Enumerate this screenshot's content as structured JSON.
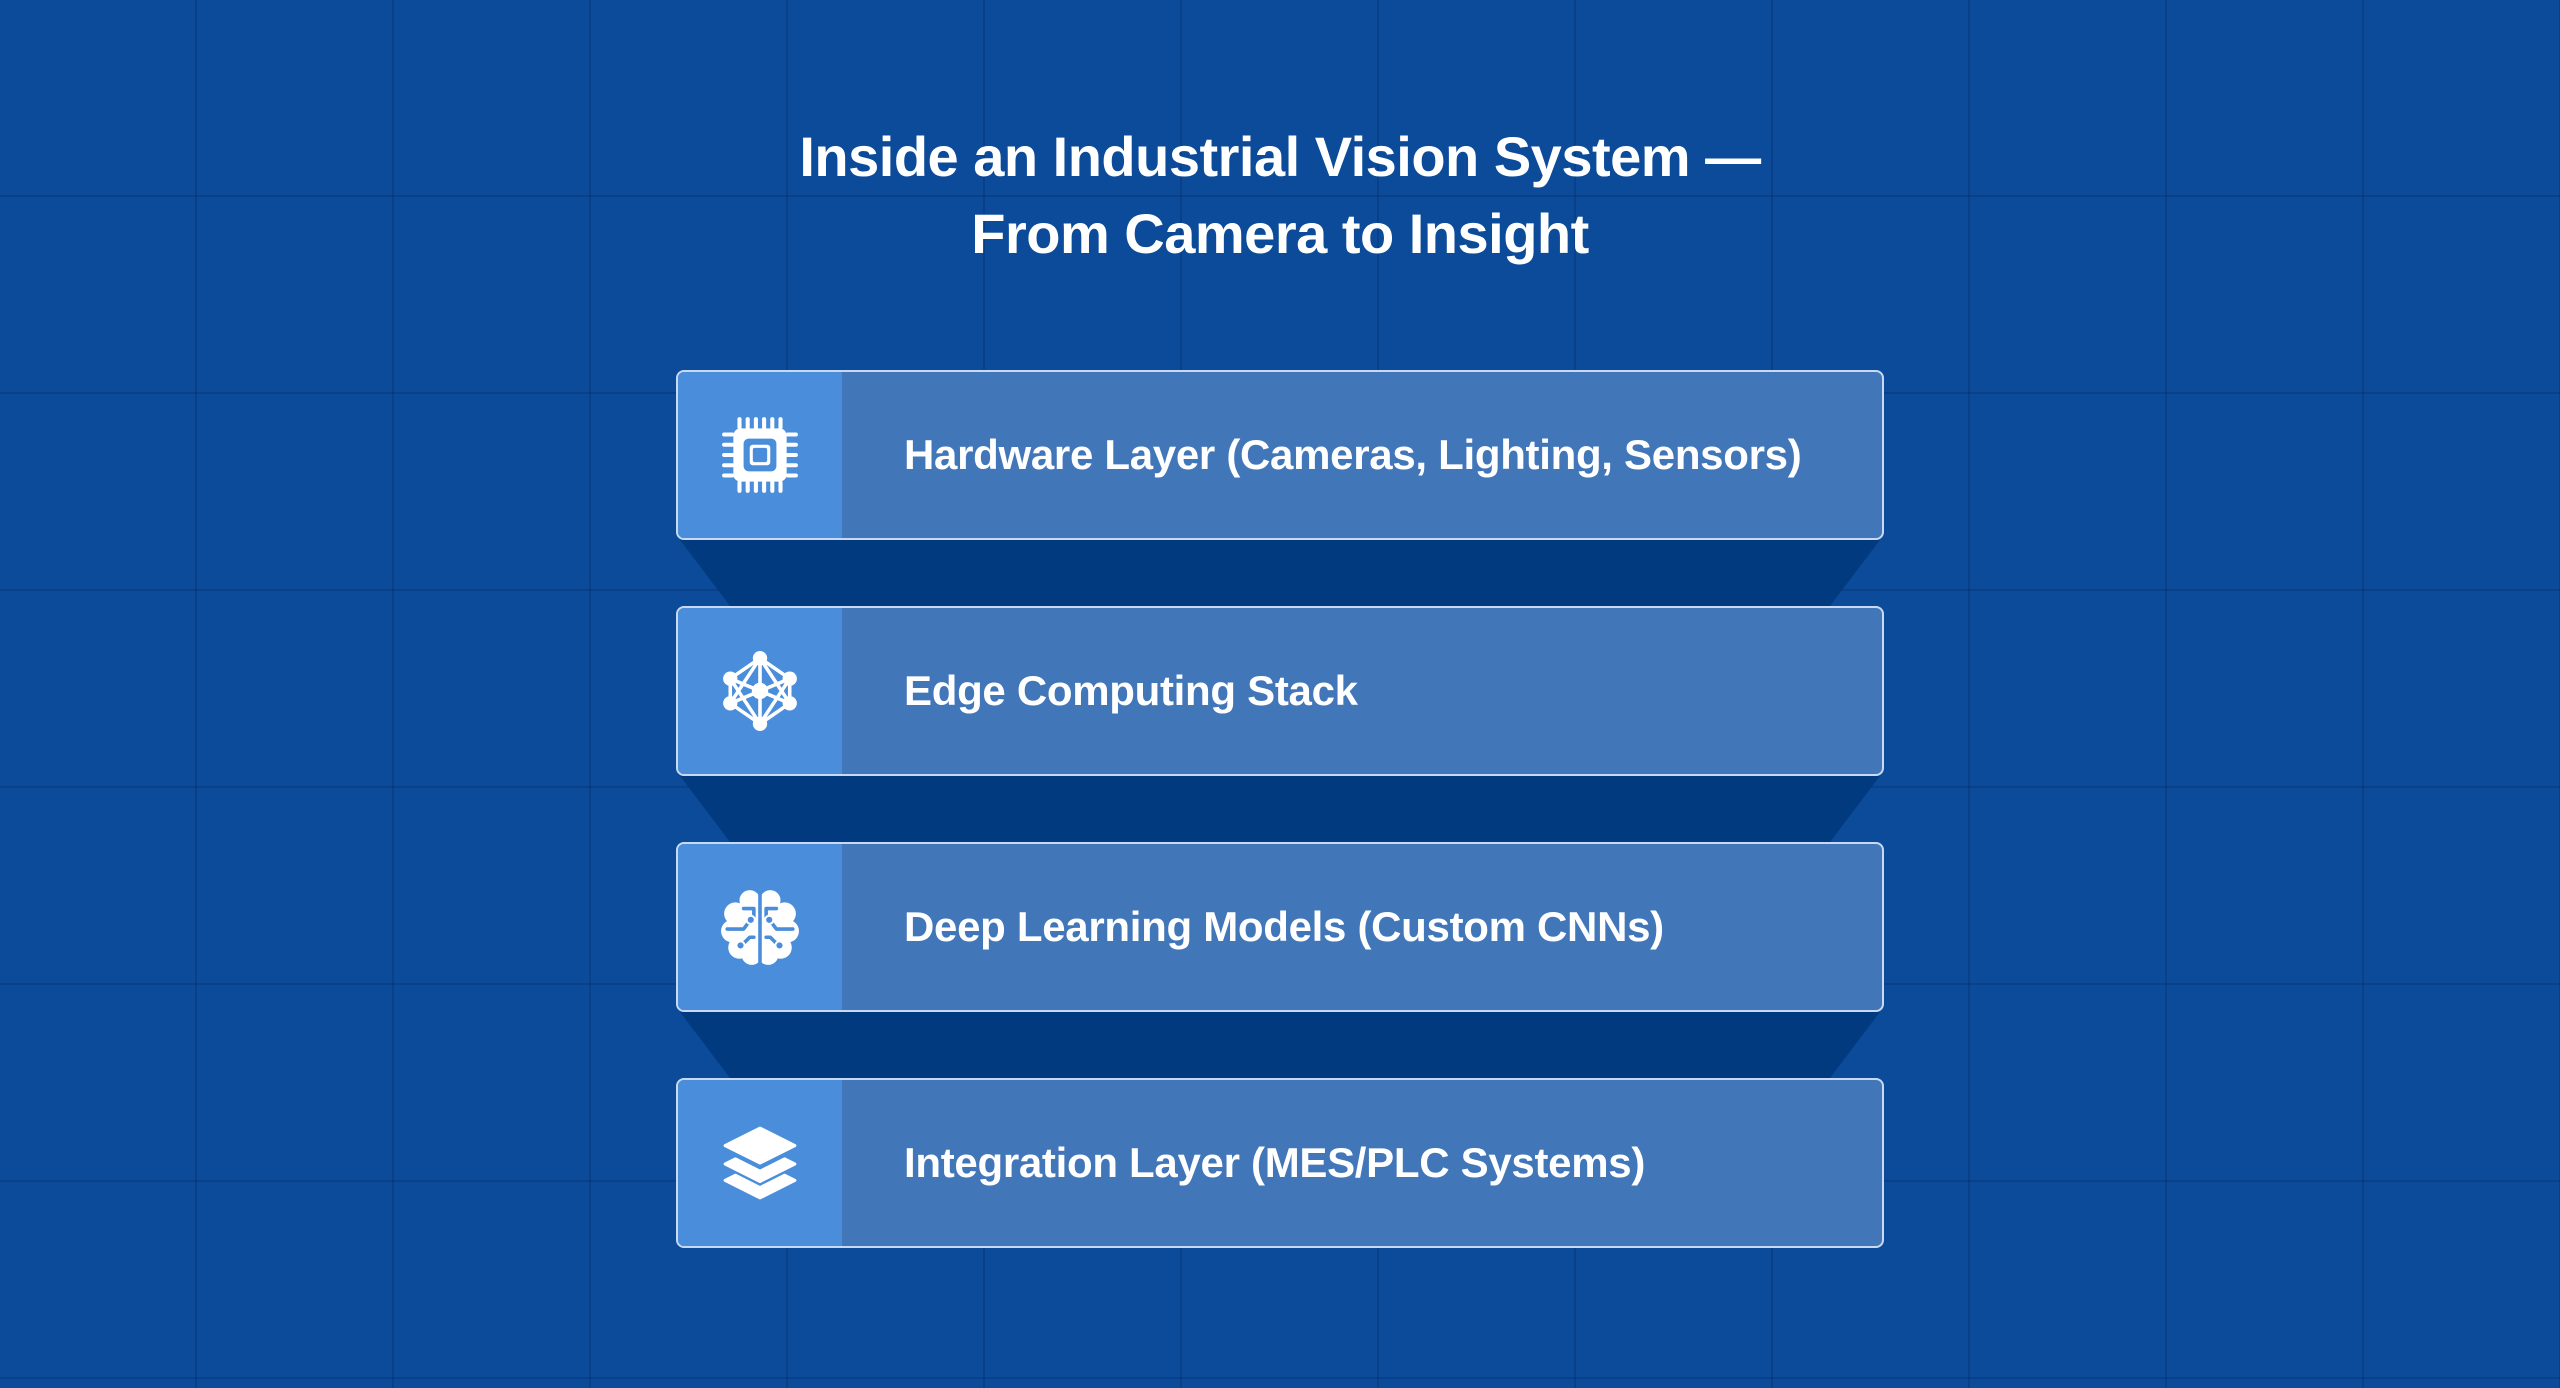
{
  "title": {
    "line1": "Inside an Industrial Vision System —",
    "line2": "From Camera to Insight"
  },
  "colors": {
    "background": "#0b4b9a",
    "card_body": "#4177b9",
    "icon_panel": "#4a8ddb",
    "connector": "#023a80",
    "card_border": "#c9d9f2",
    "text": "#ffffff"
  },
  "layers": [
    {
      "label": "Hardware Layer (Cameras, Lighting, Sensors)",
      "icon": "chip-icon"
    },
    {
      "label": "Edge Computing Stack",
      "icon": "network-nodes-icon"
    },
    {
      "label": "Deep Learning Models (Custom CNNs)",
      "icon": "brain-circuit-icon"
    },
    {
      "label": "Integration Layer (MES/PLC Systems)",
      "icon": "layers-stack-icon"
    }
  ]
}
